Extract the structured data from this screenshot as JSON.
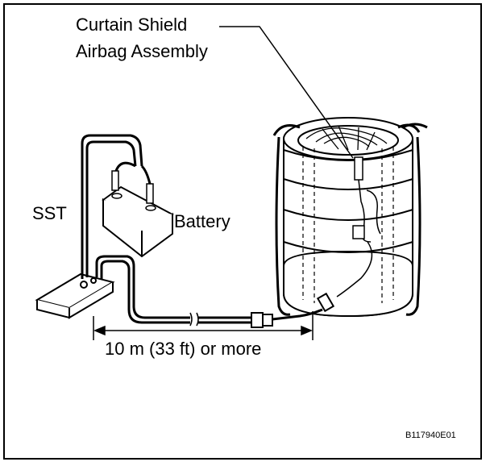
{
  "labels": {
    "curtain_line1": "Curtain Shield",
    "curtain_line2": "Airbag Assembly",
    "sst": "SST",
    "battery": "Battery",
    "distance": "10 m (33 ft) or more"
  },
  "figure_code": "B117940E01"
}
